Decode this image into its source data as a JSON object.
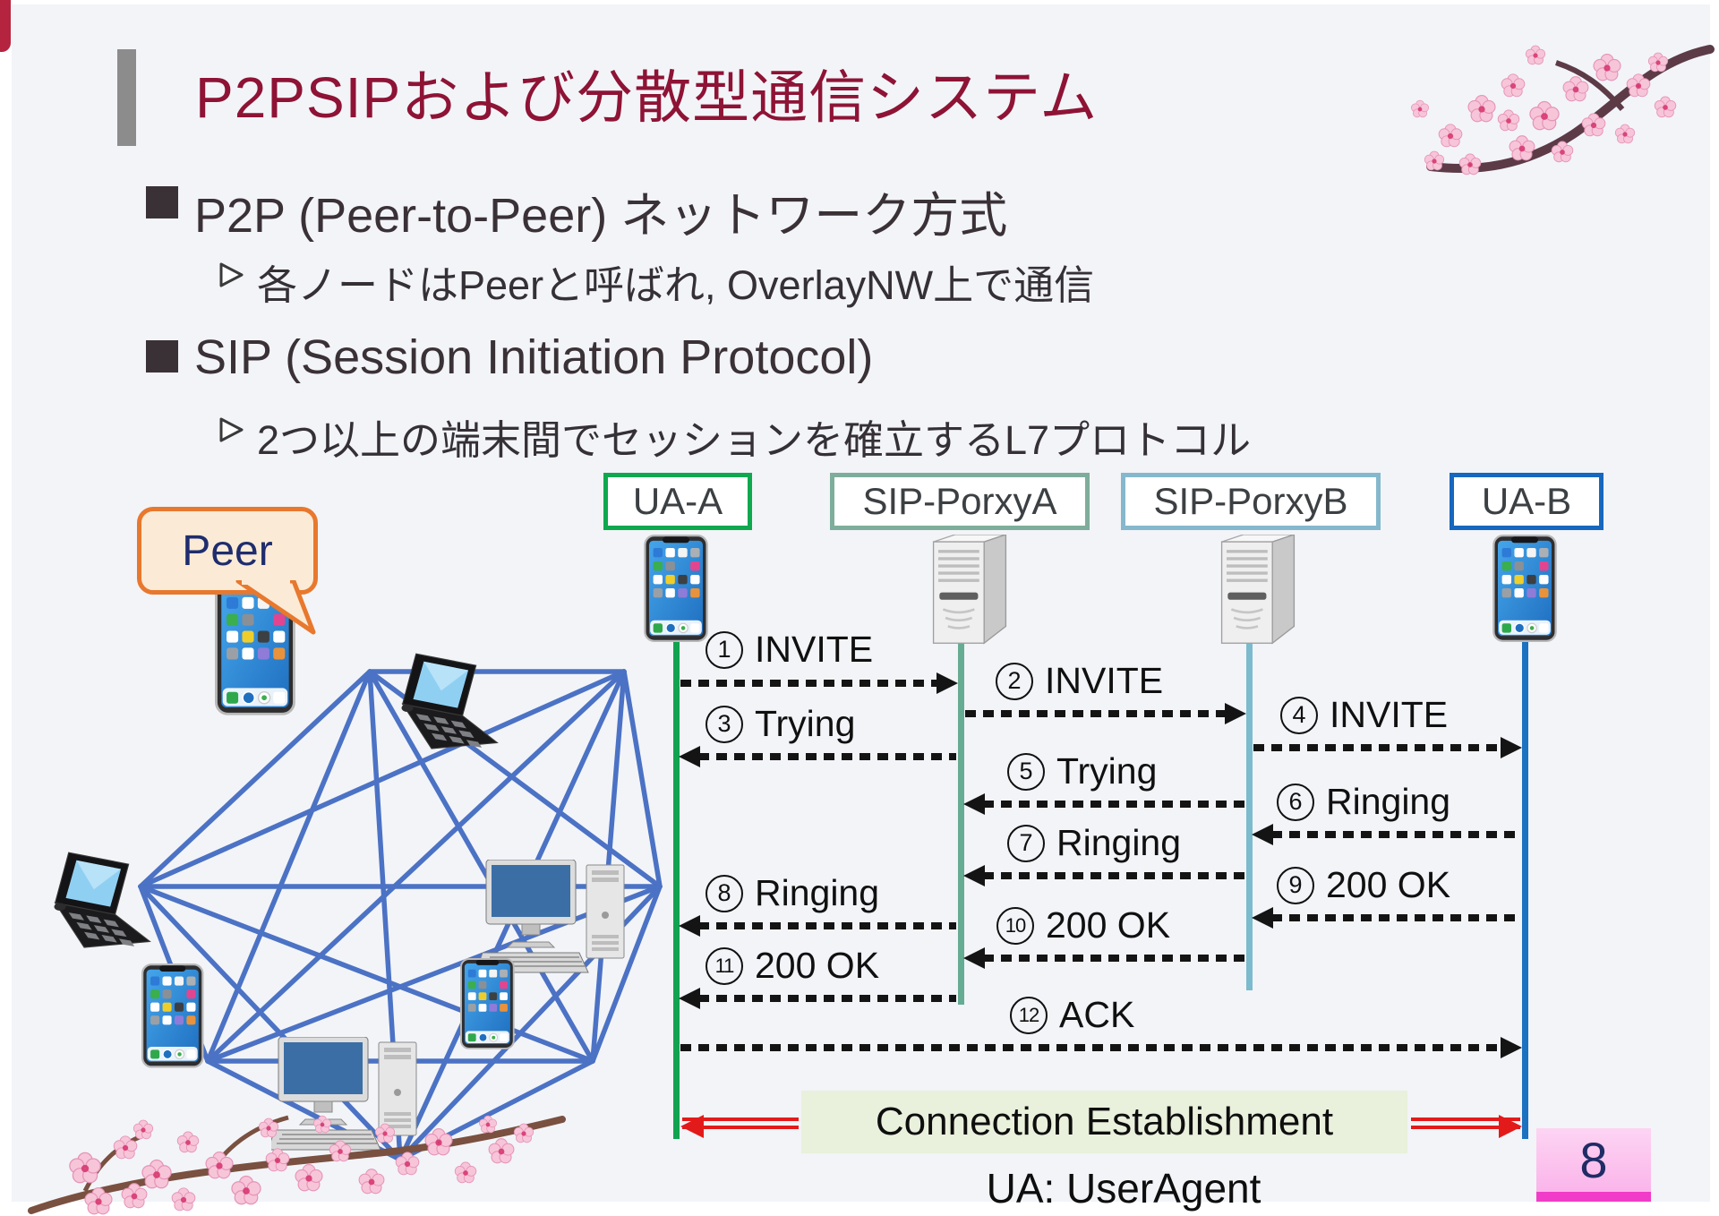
{
  "slide": {
    "title": "P2PSIPおよび分散型通信システム",
    "page_number": "8"
  },
  "bullets": [
    {
      "marker": "■",
      "text": "P2P (Peer-to-Peer) ネットワーク方式",
      "sub": "各ノードはPeerと呼ばれ, OverlayNW上で通信"
    },
    {
      "marker": "■",
      "text": "SIP (Session Initiation Protocol)",
      "sub": "2つ以上の端末間でセッションを確立するL7プロトコル"
    }
  ],
  "network": {
    "peer_label": "Peer",
    "node_icons": [
      "smartphone-icon",
      "flip-phone-icon",
      "desktop-pc-icon"
    ],
    "mesh_color": "#4B72C4",
    "bubble_border": "#E8782E",
    "bubble_fill": "#FBEBD6"
  },
  "sequence": {
    "actors": [
      {
        "label": "UA-A",
        "type": "user-agent",
        "icon": "smartphone-icon",
        "box_border": "#10A84F",
        "lifeline": "#12A350"
      },
      {
        "label": "SIP-PorxyA",
        "type": "sip-proxy",
        "icon": "server-icon",
        "box_border": "#7EAE9B",
        "lifeline": "#66AC92"
      },
      {
        "label": "SIP-PorxyB",
        "type": "sip-proxy",
        "icon": "server-icon",
        "box_border": "#85B8CC",
        "lifeline": "#7CBACE"
      },
      {
        "label": "UA-B",
        "type": "user-agent",
        "icon": "smartphone-icon",
        "box_border": "#1767BE",
        "lifeline": "#1B72C0"
      }
    ],
    "messages": [
      {
        "num": "1",
        "label": "INVITE",
        "from": "UA-A",
        "to": "SIP-PorxyA"
      },
      {
        "num": "2",
        "label": "INVITE",
        "from": "SIP-PorxyA",
        "to": "SIP-PorxyB"
      },
      {
        "num": "3",
        "label": "Trying",
        "from": "SIP-PorxyA",
        "to": "UA-A"
      },
      {
        "num": "4",
        "label": "INVITE",
        "from": "SIP-PorxyB",
        "to": "UA-B"
      },
      {
        "num": "5",
        "label": "Trying",
        "from": "SIP-PorxyB",
        "to": "SIP-PorxyA"
      },
      {
        "num": "6",
        "label": "Ringing",
        "from": "UA-B",
        "to": "SIP-PorxyB"
      },
      {
        "num": "7",
        "label": "Ringing",
        "from": "SIP-PorxyB",
        "to": "SIP-PorxyA"
      },
      {
        "num": "8",
        "label": "Ringing",
        "from": "SIP-PorxyA",
        "to": "UA-A"
      },
      {
        "num": "9",
        "label": "200 OK",
        "from": "UA-B",
        "to": "SIP-PorxyB"
      },
      {
        "num": "10",
        "label": "200 OK",
        "from": "SIP-PorxyB",
        "to": "SIP-PorxyA"
      },
      {
        "num": "11",
        "label": "200 OK",
        "from": "SIP-PorxyA",
        "to": "UA-A"
      },
      {
        "num": "12",
        "label": "ACK",
        "from": "UA-A",
        "to": "UA-B"
      }
    ],
    "connection_label": "Connection Establishment",
    "footnote": "UA: UserAgent",
    "arrow_color": "#141414",
    "connection_arrow_color": "#E31A1A",
    "connection_box_bg": "#E9F0DC"
  },
  "page_badge": {
    "number": "8",
    "bg": "#FAB5EA",
    "bar": "#F03CC8",
    "text_color": "#1F2C66"
  },
  "colors": {
    "background": "#F2F4F8",
    "title": "#8E1335",
    "accent_bar": "#8C8C8C",
    "body_text": "#3A3136"
  }
}
